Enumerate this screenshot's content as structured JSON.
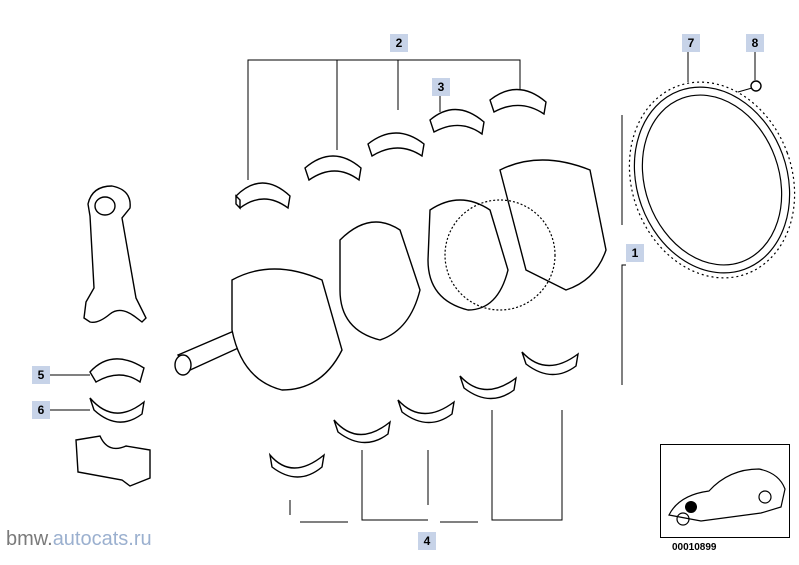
{
  "callouts": [
    {
      "id": "1",
      "label": "1"
    },
    {
      "id": "2",
      "label": "2"
    },
    {
      "id": "3",
      "label": "3"
    },
    {
      "id": "4",
      "label": "4"
    },
    {
      "id": "5",
      "label": "5"
    },
    {
      "id": "6",
      "label": "6"
    },
    {
      "id": "7",
      "label": "7"
    },
    {
      "id": "8",
      "label": "8"
    }
  ],
  "footer": {
    "brand": "bmw.",
    "domain": "autocats.ru"
  },
  "thumbnail": {
    "code": "00010899"
  }
}
